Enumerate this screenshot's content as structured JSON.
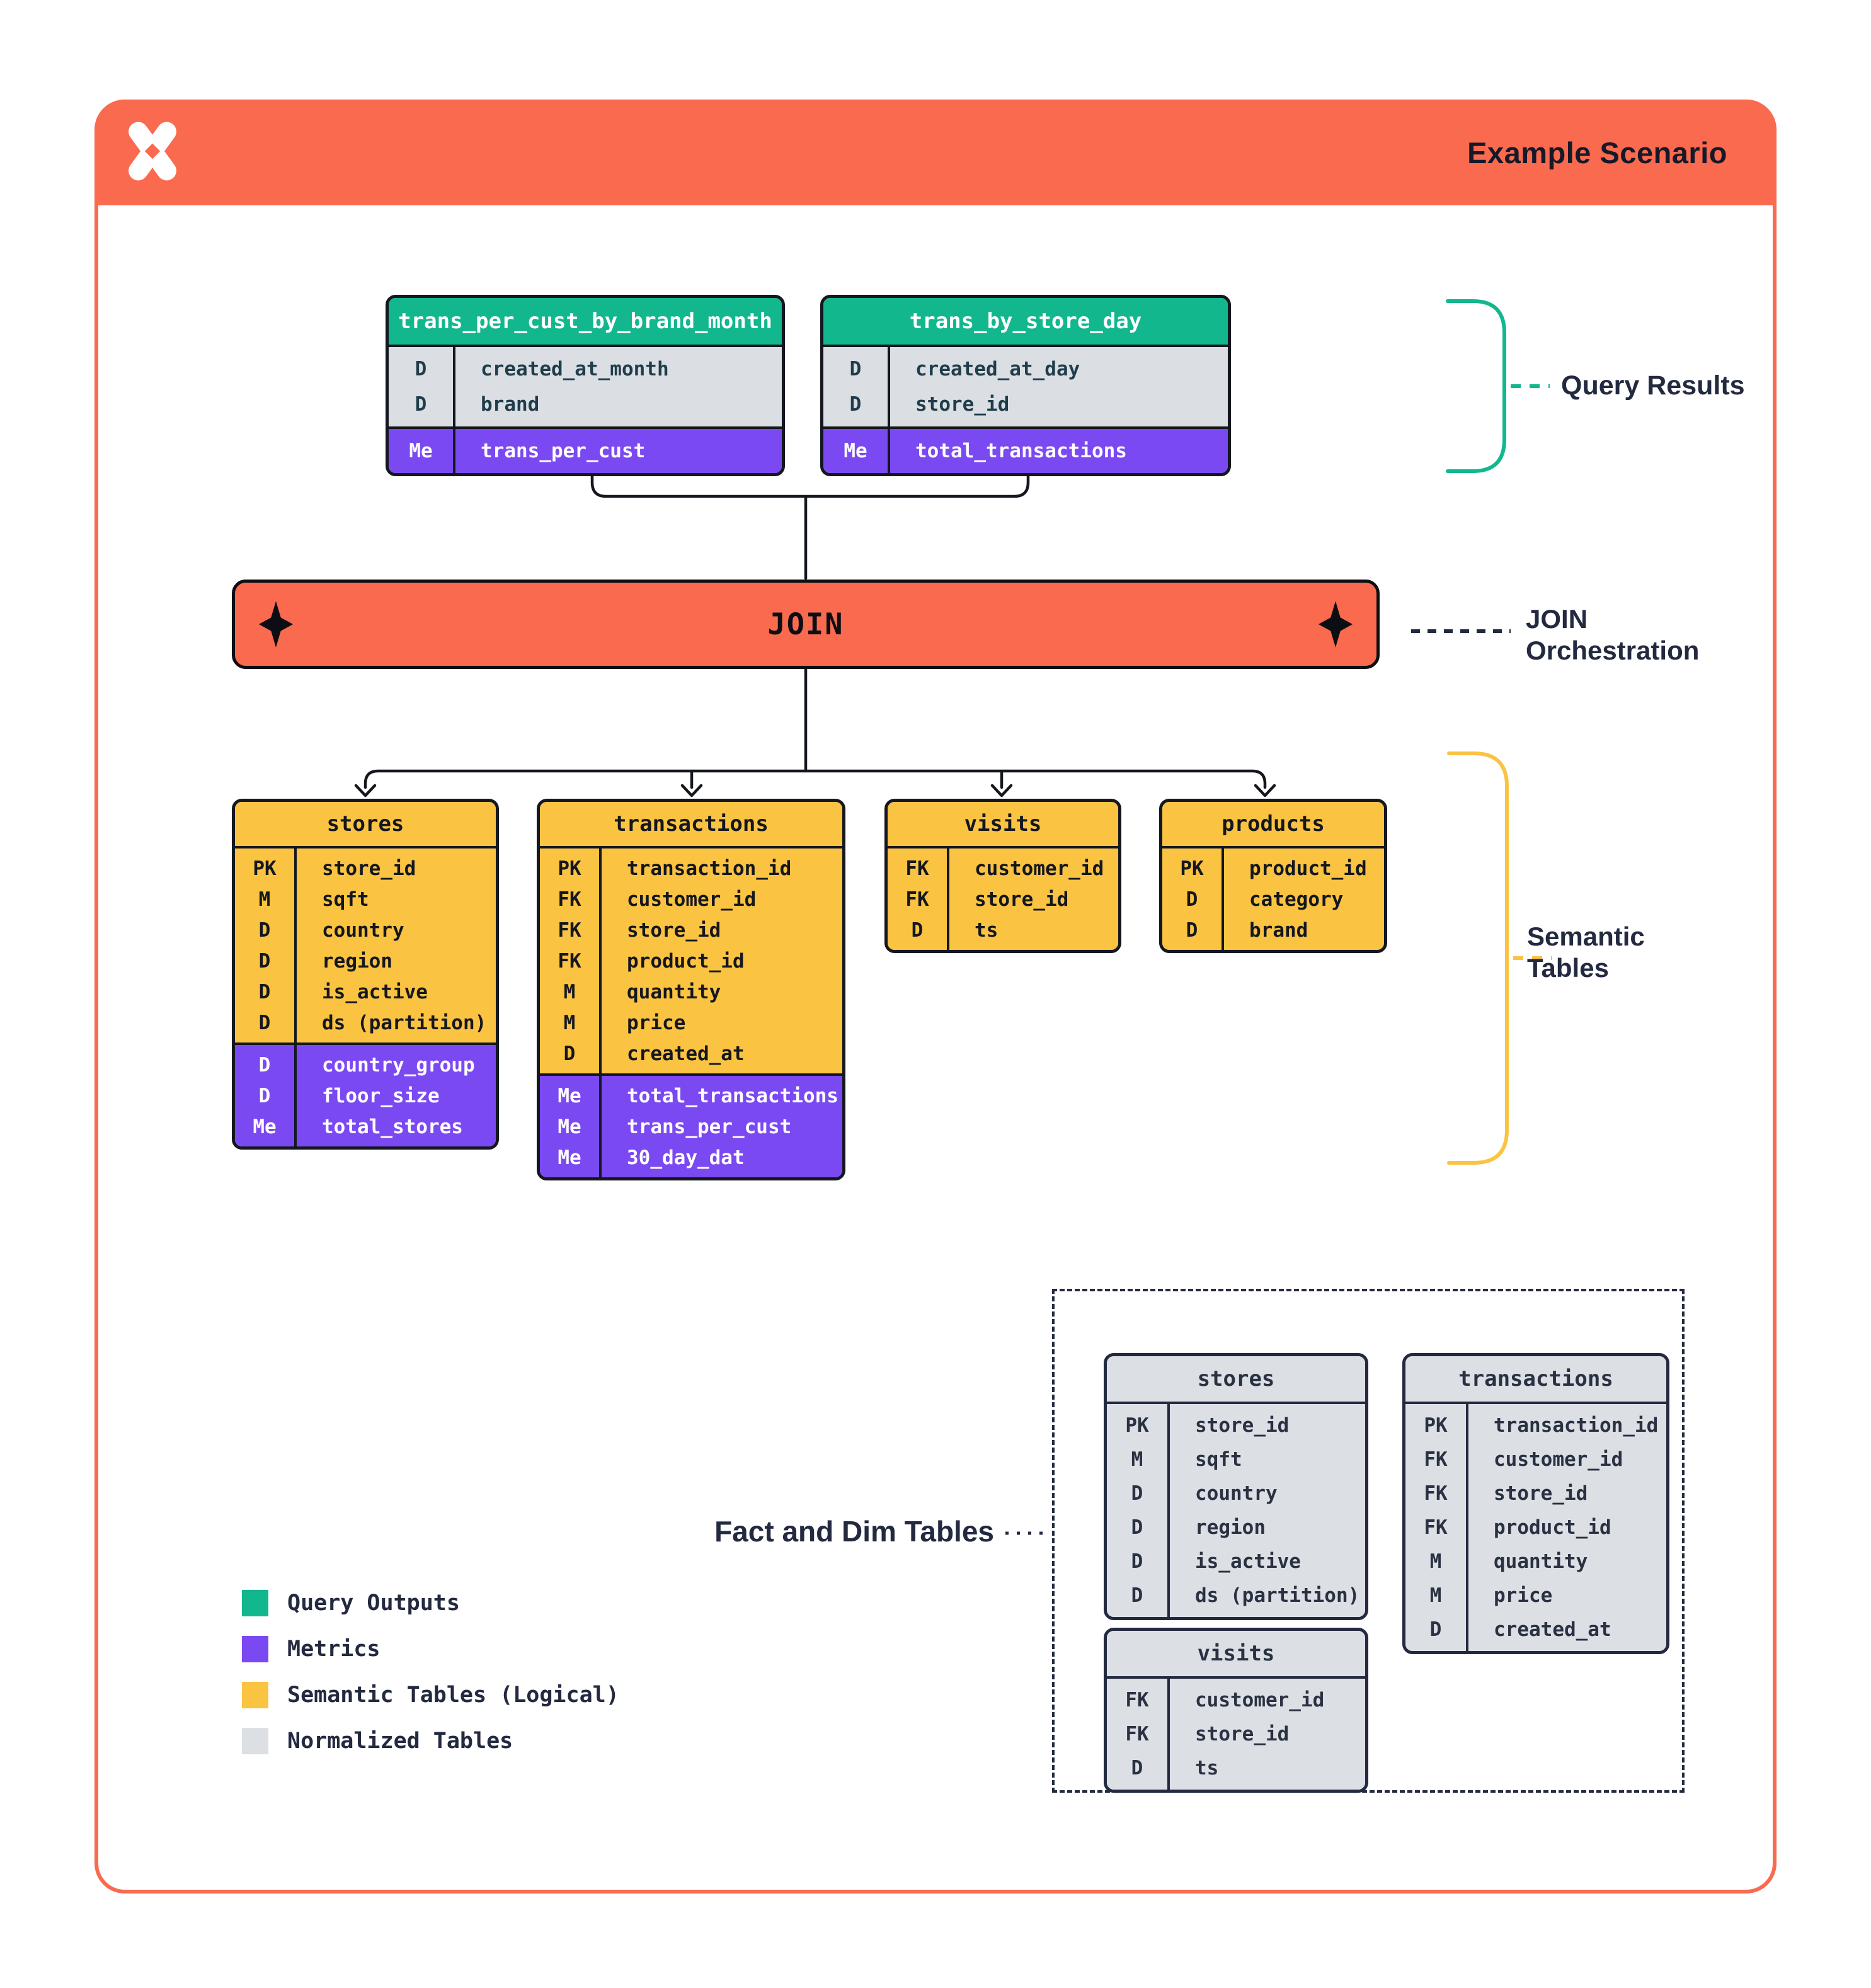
{
  "header": {
    "title": "Example Scenario",
    "logo": "x-pinwheel-logo"
  },
  "colors": {
    "orange": "#FA6A4E",
    "green": "#12B78E",
    "purple": "#7B49F2",
    "yellow": "#FBC342",
    "gray": "#DCE0E5",
    "navy": "#232A40",
    "line": "#14171E"
  },
  "query_results": {
    "label": "Query Results",
    "tables": [
      {
        "title": "trans_per_cust_by_brand_month",
        "dims": [
          {
            "key": "D",
            "name": "created_at_month"
          },
          {
            "key": "D",
            "name": "brand"
          }
        ],
        "metrics": [
          {
            "key": "Me",
            "name": "trans_per_cust"
          }
        ]
      },
      {
        "title": "trans_by_store_day",
        "dims": [
          {
            "key": "D",
            "name": "created_at_day"
          },
          {
            "key": "D",
            "name": "store_id"
          }
        ],
        "metrics": [
          {
            "key": "Me",
            "name": "total_transactions"
          }
        ]
      }
    ]
  },
  "join": {
    "label": "JOIN",
    "annotation": {
      "line1": "JOIN",
      "line2": "Orchestration"
    }
  },
  "semantic_tables": {
    "label": {
      "line1": "Semantic",
      "line2": "Tables"
    },
    "tables": [
      {
        "title": "stores",
        "dims": [
          {
            "key": "PK",
            "name": "store_id"
          },
          {
            "key": "M",
            "name": "sqft"
          },
          {
            "key": "D",
            "name": "country"
          },
          {
            "key": "D",
            "name": "region"
          },
          {
            "key": "D",
            "name": "is_active"
          },
          {
            "key": "D",
            "name": "ds (partition)"
          }
        ],
        "metrics": [
          {
            "key": "D",
            "name": "country_group"
          },
          {
            "key": "D",
            "name": "floor_size"
          },
          {
            "key": "Me",
            "name": "total_stores"
          }
        ]
      },
      {
        "title": "transactions",
        "dims": [
          {
            "key": "PK",
            "name": "transaction_id"
          },
          {
            "key": "FK",
            "name": "customer_id"
          },
          {
            "key": "FK",
            "name": "store_id"
          },
          {
            "key": "FK",
            "name": "product_id"
          },
          {
            "key": "M",
            "name": "quantity"
          },
          {
            "key": "M",
            "name": "price"
          },
          {
            "key": "D",
            "name": "created_at"
          }
        ],
        "metrics": [
          {
            "key": "Me",
            "name": "total_transactions"
          },
          {
            "key": "Me",
            "name": "trans_per_cust"
          },
          {
            "key": "Me",
            "name": "30_day_dat"
          }
        ]
      },
      {
        "title": "visits",
        "dims": [
          {
            "key": "FK",
            "name": "customer_id"
          },
          {
            "key": "FK",
            "name": "store_id"
          },
          {
            "key": "D",
            "name": "ts"
          }
        ],
        "metrics": []
      },
      {
        "title": "products",
        "dims": [
          {
            "key": "PK",
            "name": "product_id"
          },
          {
            "key": "D",
            "name": "category"
          },
          {
            "key": "D",
            "name": "brand"
          }
        ],
        "metrics": []
      }
    ]
  },
  "normalized_tables": {
    "label": "Fact and Dim Tables",
    "tables": [
      {
        "title": "stores",
        "dims": [
          {
            "key": "PK",
            "name": "store_id"
          },
          {
            "key": "M",
            "name": "sqft"
          },
          {
            "key": "D",
            "name": "country"
          },
          {
            "key": "D",
            "name": "region"
          },
          {
            "key": "D",
            "name": "is_active"
          },
          {
            "key": "D",
            "name": "ds (partition)"
          }
        ]
      },
      {
        "title": "transactions",
        "dims": [
          {
            "key": "PK",
            "name": "transaction_id"
          },
          {
            "key": "FK",
            "name": "customer_id"
          },
          {
            "key": "FK",
            "name": "store_id"
          },
          {
            "key": "FK",
            "name": "product_id"
          },
          {
            "key": "M",
            "name": "quantity"
          },
          {
            "key": "M",
            "name": "price"
          },
          {
            "key": "D",
            "name": "created_at"
          }
        ]
      },
      {
        "title": "visits",
        "dims": [
          {
            "key": "FK",
            "name": "customer_id"
          },
          {
            "key": "FK",
            "name": "store_id"
          },
          {
            "key": "D",
            "name": "ts"
          }
        ]
      }
    ]
  },
  "legend": {
    "items": [
      {
        "label": "Query Outputs",
        "color": "#12B78E"
      },
      {
        "label": "Metrics",
        "color": "#7B49F2"
      },
      {
        "label": "Semantic Tables (Logical)",
        "color": "#FBC342"
      },
      {
        "label": "Normalized Tables",
        "color": "#DCE0E5"
      }
    ]
  }
}
